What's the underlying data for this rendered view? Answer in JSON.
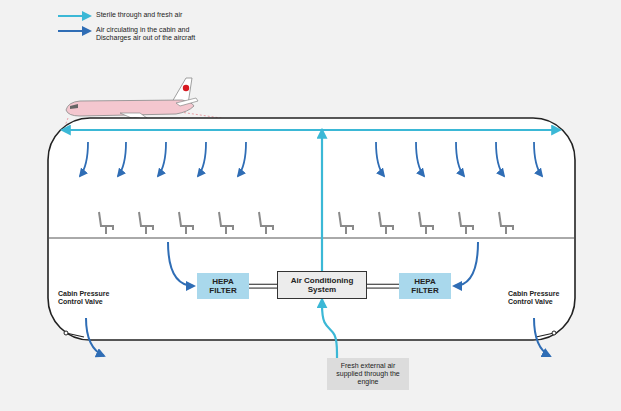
{
  "diagram": {
    "nodes": [
      {
        "text": [
          "HEPA FILTER"
        ]
      },
      {
        "text": [
          "Air Conditioning System"
        ]
      },
      {
        "text": [
          "HEPA FILTER"
        ]
      },
      {
        "text": [
          "Fresh external air supplied through the engine"
        ]
      }
    ],
    "edges": [
      {
        "from": 0,
        "to": 1,
        "arrow": "none"
      },
      {
        "from": 1,
        "to": 2,
        "arrow": "none"
      },
      {
        "from": 3,
        "to": 1,
        "arrow": "to"
      }
    ],
    "labels": [
      "Cabin Pressure Control Valve",
      "Cabin Pressure Control Valve"
    ],
    "legend": [
      {
        "text": "Sterile through and fresh air"
      },
      {
        "text": "Air circulating in the cabin and Discharges air out of the aircraft"
      }
    ]
  }
}
